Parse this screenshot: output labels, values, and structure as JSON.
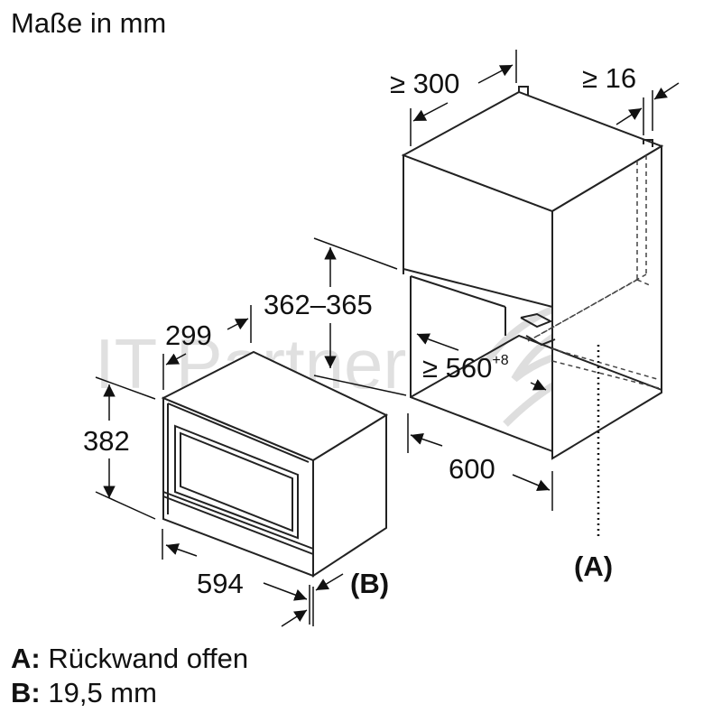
{
  "title": "Maße in mm",
  "dimensions": {
    "cabinet_depth": "≥ 300",
    "side_clearance": "≥ 16",
    "niche_height": "362–365",
    "niche_width": "≥ 560",
    "niche_width_tolerance": "+8",
    "cabinet_width": "600",
    "appliance_depth": "299",
    "appliance_height": "382",
    "appliance_width": "594"
  },
  "callouts": {
    "a": "(A)",
    "b": "(B)"
  },
  "legend": {
    "a_key": "A:",
    "a_text": "Rückwand offen",
    "b_key": "B:",
    "b_text": "19,5 mm"
  },
  "watermark": "IT Partner",
  "colors": {
    "line": "#222222",
    "dashed": "#444444",
    "watermark": "#c8c8c8"
  }
}
